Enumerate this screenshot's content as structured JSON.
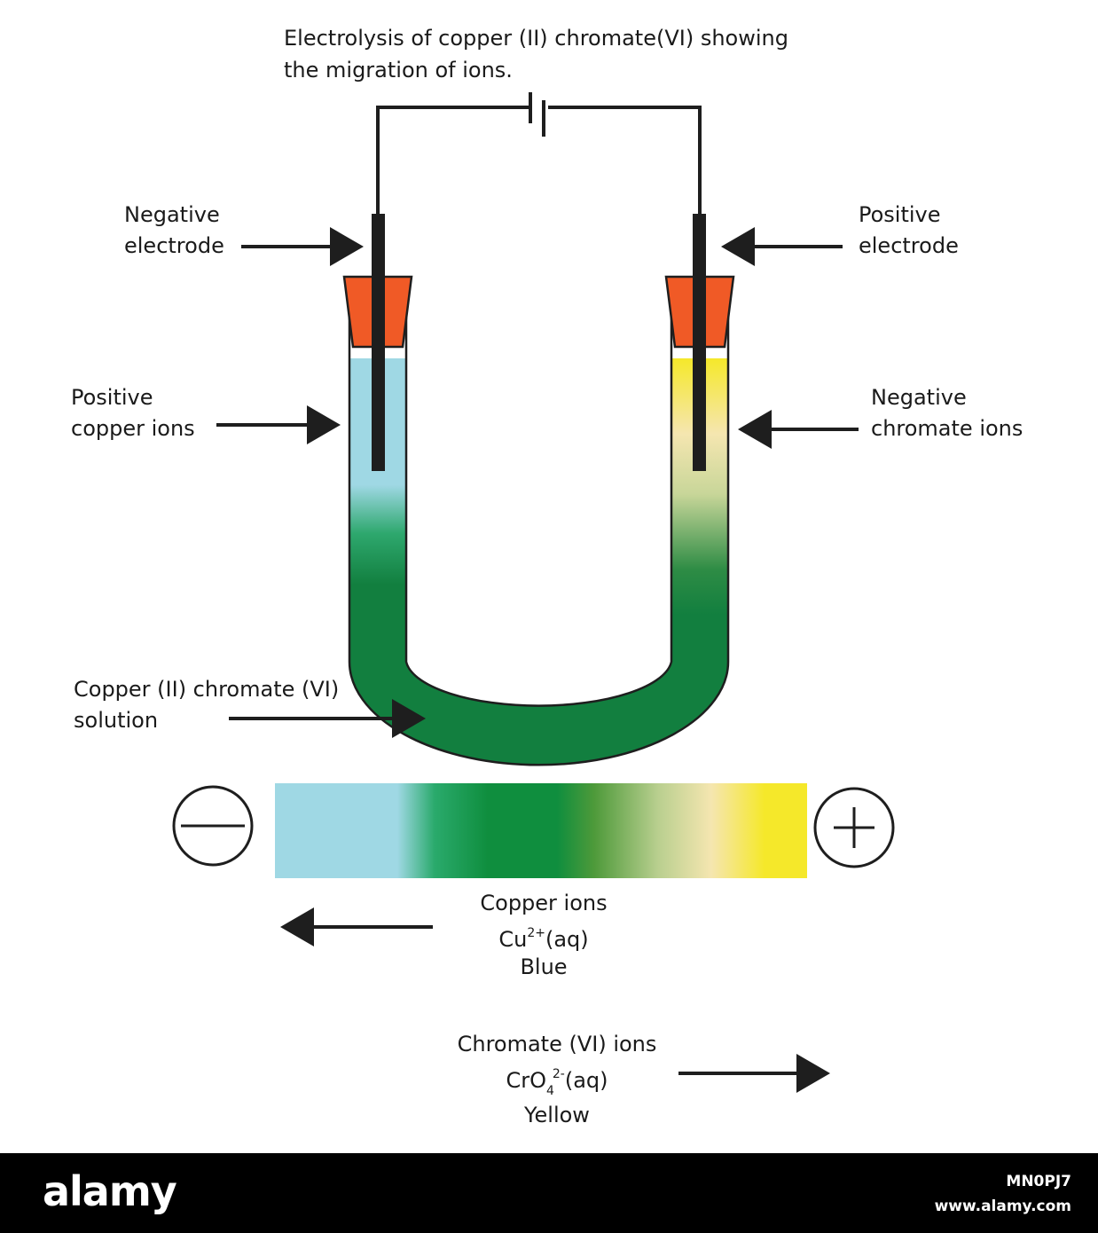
{
  "title": {
    "line1": "Electrolysis of copper (II) chromate(VI) showing",
    "line2": "the migration of ions."
  },
  "labels": {
    "negative_electrode": {
      "line1": "Negative",
      "line2": "electrode"
    },
    "positive_electrode": {
      "line1": "Positive",
      "line2": "electrode"
    },
    "positive_copper_ions": {
      "line1": "Positive",
      "line2": "copper ions"
    },
    "negative_chromate_ions": {
      "line1": "Negative",
      "line2": "chromate ions"
    },
    "solution": {
      "line1": "Copper (II) chromate (VI)",
      "line2": "solution"
    }
  },
  "polarity": {
    "negative_symbol": "−",
    "positive_symbol": "+"
  },
  "copper_ions": {
    "name": "Copper ions",
    "formula_base": "Cu",
    "formula_sup": "2+",
    "formula_tail": "(aq)",
    "color_name": "Blue"
  },
  "chromate_ions": {
    "name": "Chromate (VI) ions",
    "formula_base": "CrO",
    "formula_sub": "4",
    "formula_sup": "2-",
    "formula_tail": "(aq)",
    "color_name": "Yellow"
  },
  "colors": {
    "copper_blue": "#9fd8e4",
    "solution_green": "#127f3f",
    "chromate_yellow": "#f5e82a",
    "pale_cream": "#f5e6b0",
    "bung_orange": "#f05a26",
    "electrode_dark": "#1e1e1e"
  },
  "watermark": {
    "brand": "alamy",
    "image_id": "MN0PJ7",
    "site": "www.alamy.com"
  }
}
